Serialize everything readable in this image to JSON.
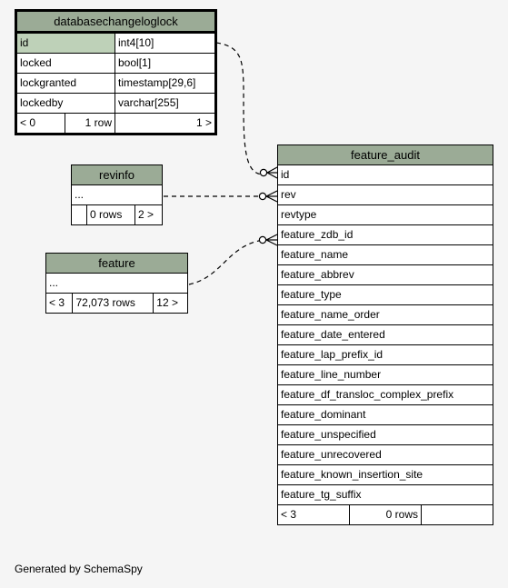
{
  "tables": {
    "databasechangeloglock": {
      "name": "databasechangeloglock",
      "columns": [
        {
          "name": "id",
          "type": "int4[10]"
        },
        {
          "name": "locked",
          "type": "bool[1]"
        },
        {
          "name": "lockgranted",
          "type": "timestamp[29,6]"
        },
        {
          "name": "lockedby",
          "type": "varchar[255]"
        }
      ],
      "footer": {
        "parents": "< 0",
        "rows": "1 row",
        "children": "1 >"
      }
    },
    "revinfo": {
      "name": "revinfo",
      "columns_placeholder": "...",
      "footer": {
        "parents": "",
        "rows": "0 rows",
        "children": "2 >"
      }
    },
    "feature": {
      "name": "feature",
      "columns_placeholder": "...",
      "footer": {
        "parents": "< 3",
        "rows": "72,073 rows",
        "children": "12 >"
      }
    },
    "feature_audit": {
      "name": "feature_audit",
      "columns": [
        "id",
        "rev",
        "revtype",
        "feature_zdb_id",
        "feature_name",
        "feature_abbrev",
        "feature_type",
        "feature_name_order",
        "feature_date_entered",
        "feature_lap_prefix_id",
        "feature_line_number",
        "feature_df_transloc_complex_prefix",
        "feature_dominant",
        "feature_unspecified",
        "feature_unrecovered",
        "feature_known_insertion_site",
        "feature_tg_suffix"
      ],
      "footer": {
        "parents": "< 3",
        "rows": "0 rows",
        "children": ""
      }
    }
  },
  "relationships": [
    {
      "from": "databasechangeloglock.id",
      "to": "feature_audit.id"
    },
    {
      "from": "revinfo",
      "to": "feature_audit.rev"
    },
    {
      "from": "feature",
      "to": "feature_audit.feature_zdb_id"
    }
  ],
  "footer_text": "Generated by SchemaSpy"
}
